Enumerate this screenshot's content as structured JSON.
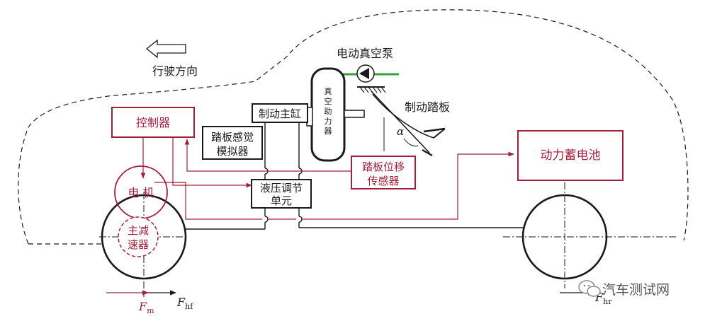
{
  "direction": {
    "label": "行驶方向"
  },
  "vacuum_pump": {
    "label": "电动真空泵"
  },
  "brake_pedal": {
    "label": "制动踏板",
    "angle_symbol": "α"
  },
  "master_cylinder": {
    "label": "制动主缸"
  },
  "booster": {
    "chars": [
      "真",
      "空",
      "助",
      "力",
      "器"
    ]
  },
  "pedal_feel_simulator": {
    "line1": "踏板感觉",
    "line2": "模拟器"
  },
  "controller": {
    "label": "控制器"
  },
  "hydraulic_unit": {
    "line1": "液压调节",
    "line2": "单元"
  },
  "pedal_position_sensor": {
    "line1": "踏板位移",
    "line2": "传感器"
  },
  "battery": {
    "label": "动力蓄电池"
  },
  "motor": {
    "label": "电 机"
  },
  "reducer": {
    "line1": "主减",
    "line2": "速器"
  },
  "forces": {
    "fm": {
      "main": "F",
      "sub": "m"
    },
    "fhf": {
      "main": "F",
      "sub": "hf"
    },
    "fhr": {
      "main": "F",
      "sub": "hr"
    }
  },
  "watermark": {
    "text": "汽车测试网"
  },
  "colors": {
    "accent": "#a4203a",
    "line": "#1a1a1a",
    "pump_line": "#3aa03a"
  }
}
